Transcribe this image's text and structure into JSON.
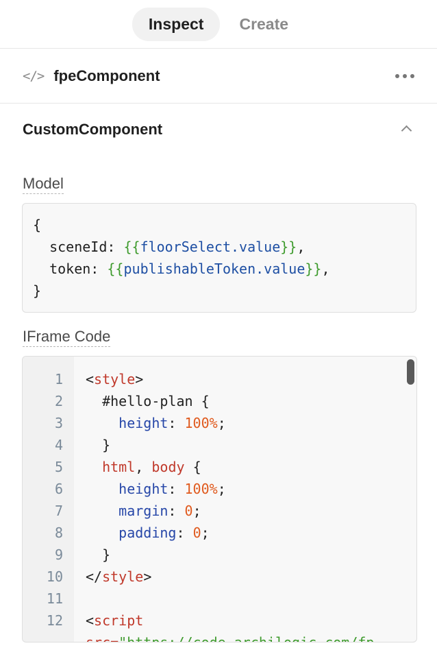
{
  "tabs": [
    {
      "label": "Inspect",
      "active": true
    },
    {
      "label": "Create",
      "active": false
    }
  ],
  "component": {
    "icon": "</>",
    "name": "fpeComponent",
    "more": "more-icon"
  },
  "section": {
    "title": "CustomComponent"
  },
  "model": {
    "label": "Model",
    "open": "{",
    "line1_key": "sceneId: ",
    "line1_tmpl_open": "{{",
    "line1_var": "floorSelect.value",
    "line1_tmpl_close": "}}",
    "line2_key": "token: ",
    "line2_tmpl_open": "{{",
    "line2_var": "publishableToken.value",
    "line2_tmpl_close": "}}",
    "comma": ",",
    "close": "}"
  },
  "iframe": {
    "label": "IFrame Code",
    "line_numbers": [
      "1",
      "2",
      "3",
      "4",
      "5",
      "6",
      "7",
      "8",
      "9",
      "10",
      "11",
      "12"
    ],
    "code": {
      "lt": "<",
      "gt": ">",
      "lt_slash": "</",
      "style": "style",
      "selector": "#hello-plan {",
      "height": "height",
      "colon": ": ",
      "pct": "100%",
      "semi": ";",
      "brace_close": "}",
      "html": "html",
      "comma": ", ",
      "body": "body",
      "brace_open": " {",
      "margin": "margin",
      "padding": "padding",
      "zero": "0",
      "script": "script",
      "src_attr": "src=",
      "src_val": "\"https://code.archilogic.com/fp"
    }
  },
  "colors": {
    "tag": "#c0392b",
    "prop": "#2747a8",
    "num": "#e05a1e",
    "template": "#3f9b2e"
  }
}
